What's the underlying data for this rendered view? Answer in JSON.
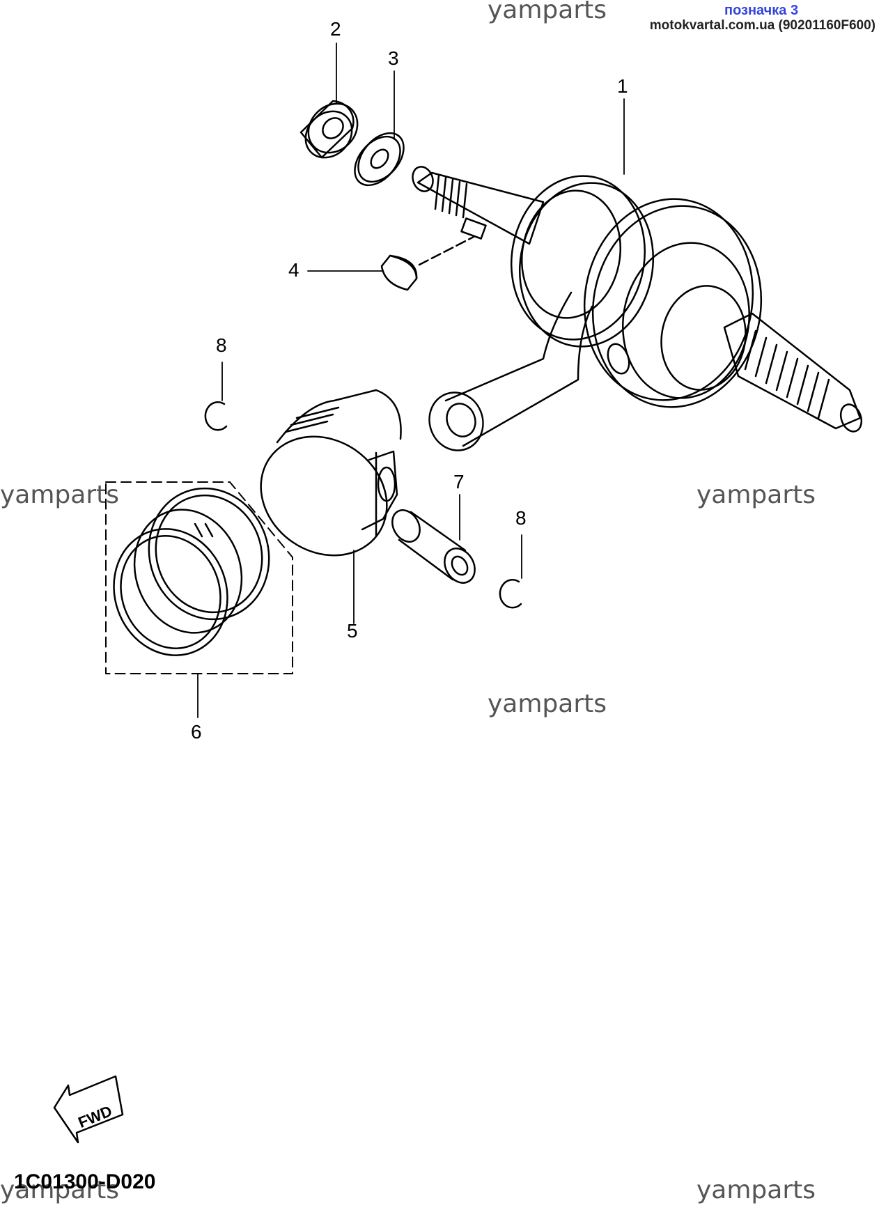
{
  "header": {
    "title": "позначка 3",
    "title_color": "#3344dd",
    "subtitle": "motokvartal.com.ua (90201160F600)"
  },
  "watermarks": [
    "yamparts",
    "yamparts",
    "yamparts",
    "yamparts",
    "yamparts",
    "yamparts"
  ],
  "callouts": [
    "1",
    "2",
    "3",
    "4",
    "5",
    "6",
    "7",
    "8",
    "8"
  ],
  "fwd_label": "FWD",
  "diagram_code": "1C01300-D020",
  "icons": {
    "fwd_arrow": "fwd-arrow-icon"
  }
}
